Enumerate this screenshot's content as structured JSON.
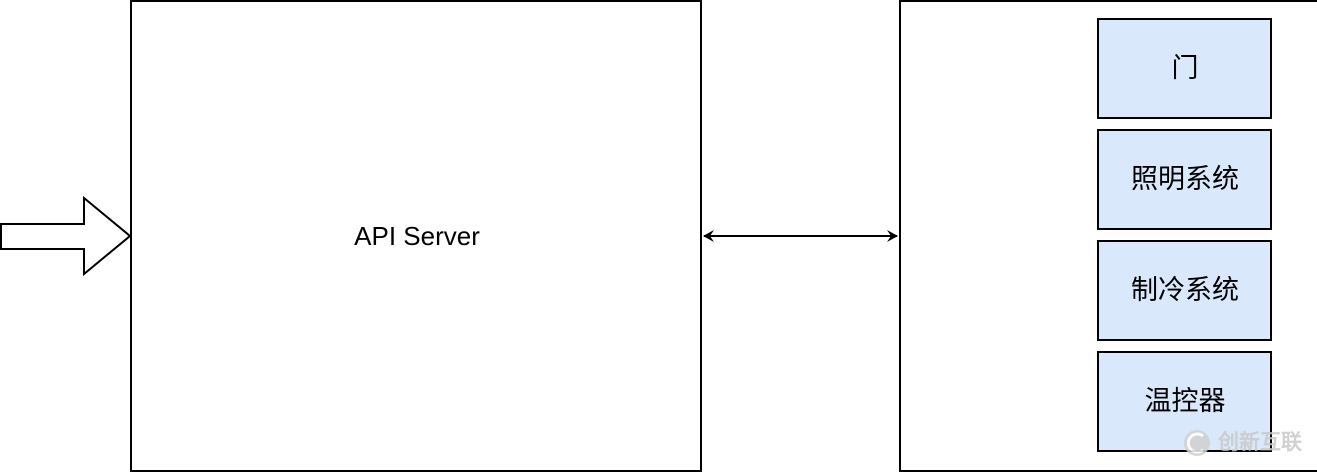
{
  "diagram": {
    "server": {
      "label": "API Server"
    },
    "device_panel": {
      "items": [
        {
          "label": "门"
        },
        {
          "label": "照明系统"
        },
        {
          "label": "制冷系统"
        },
        {
          "label": "温控器"
        }
      ]
    },
    "watermark": {
      "text": "创新互联"
    }
  },
  "colors": {
    "stroke": "#000000",
    "device_fill": "#dae8fc",
    "device_stroke": "#000000",
    "background": "#ffffff",
    "watermark": "#c9c9c9"
  }
}
